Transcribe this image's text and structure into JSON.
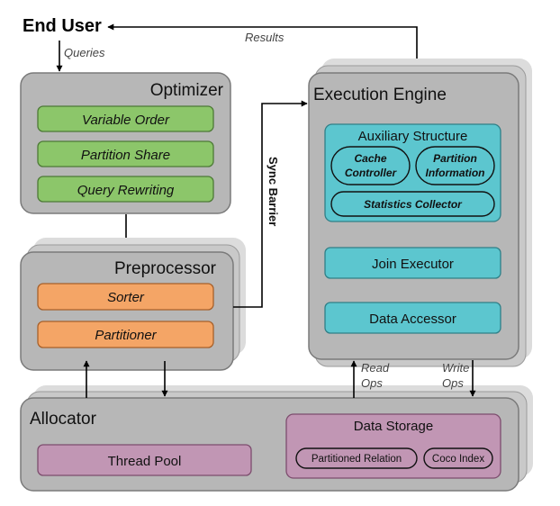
{
  "end_user": {
    "label": "End User"
  },
  "edges": {
    "queries": "Queries",
    "results": "Results",
    "sync_barrier": "Sync Barrier",
    "read_ops": [
      "Read",
      "Ops"
    ],
    "write_ops": [
      "Write",
      "Ops"
    ]
  },
  "optimizer": {
    "title": "Optimizer",
    "items": [
      "Variable Order",
      "Partition Share",
      "Query Rewriting"
    ]
  },
  "preprocessor": {
    "title": "Preprocessor",
    "items": [
      "Sorter",
      "Partitioner"
    ]
  },
  "execution_engine": {
    "title": "Execution Engine",
    "auxiliary": {
      "title": "Auxiliary Structure",
      "cache_controller": [
        "Cache",
        "Controller"
      ],
      "partition_information": [
        "Partition",
        "Information"
      ],
      "statistics_collector": "Statistics Collector"
    },
    "join_executor": "Join Executor",
    "data_accessor": "Data Accessor"
  },
  "allocator": {
    "title": "Allocator",
    "thread_pool": "Thread Pool",
    "data_storage": {
      "title": "Data Storage",
      "partitioned_relation": "Partitioned Relation",
      "coco_index": "Coco Index"
    }
  },
  "colors": {
    "module_fill": "#b7b7b7",
    "module_stroke": "#7a7a7a",
    "shadow_fill": "#dcdcdc",
    "green": "#8cc66a",
    "orange": "#f4a566",
    "teal": "#5cc6cf",
    "purple": "#c196b4"
  }
}
